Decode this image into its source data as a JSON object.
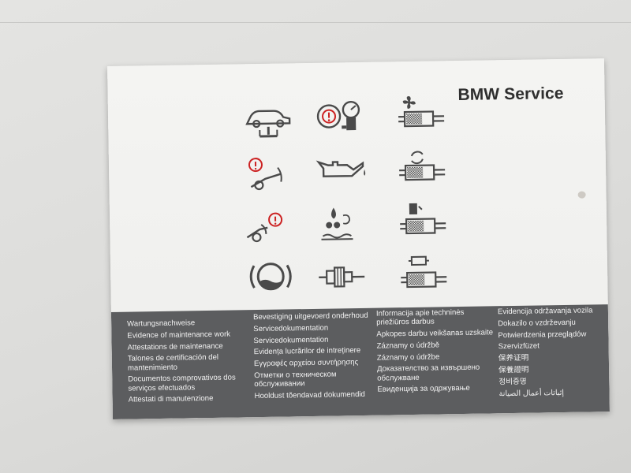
{
  "booklet": {
    "title": "BMW Service",
    "icons": [
      "car-on-lift-icon",
      "brake-warning-gauge-icon",
      "cabin-air-filter-fan-icon",
      "brake-pad-warning-icon",
      "oil-can-icon",
      "filter-replacement-icon",
      "brake-disc-warning-icon",
      "coolant-temperature-icon",
      "fuel-filter-icon",
      "brake-fluid-icon",
      "spark-plug-icon",
      "engine-air-filter-icon"
    ],
    "columns": [
      {
        "lines": [
          "Wartungsnachweise",
          "Evidence of maintenance work",
          "Attestations de maintenance",
          "Talones de certificación del",
          "mantenimiento",
          "Documentos comprovativos dos",
          "serviços efectuados",
          "Attestati di manutenzione"
        ]
      },
      {
        "lines": [
          "Bevestiging uitgevoerd onderhoud",
          "Servicedokumentation",
          "Servicedokumentation",
          "Evidența lucrărilor de intreținere",
          "Εγγραφές αρχείου συντήρησης",
          "Отметки о техническом",
          "обслуживании",
          "Hooldust tõendavad dokumendid"
        ]
      },
      {
        "lines": [
          "Informacija apie techninės",
          "priežiūros darbus",
          "Apkopes darbu veikšanas uzskaite",
          "Záznamy o údržbě",
          "Záznamy o údržbe",
          "Доказателство за извършено",
          "обслужване",
          "Евиденција за одржување"
        ]
      },
      {
        "lines": [
          "Evidencija održavanja vozila",
          "Dokazilo o vzdrževanju",
          "Potwierdzenia przeglądów",
          "Szervizfüzet",
          "保养证明",
          "保養證明",
          "정비증명",
          "إثباتات أعمال الصيانة"
        ]
      }
    ]
  },
  "colors": {
    "background": "#dcdcda",
    "paper": "#f2f2f0",
    "footer": "#5c5d5f",
    "icon_gray": "#555555",
    "icon_red": "#cc2222"
  }
}
